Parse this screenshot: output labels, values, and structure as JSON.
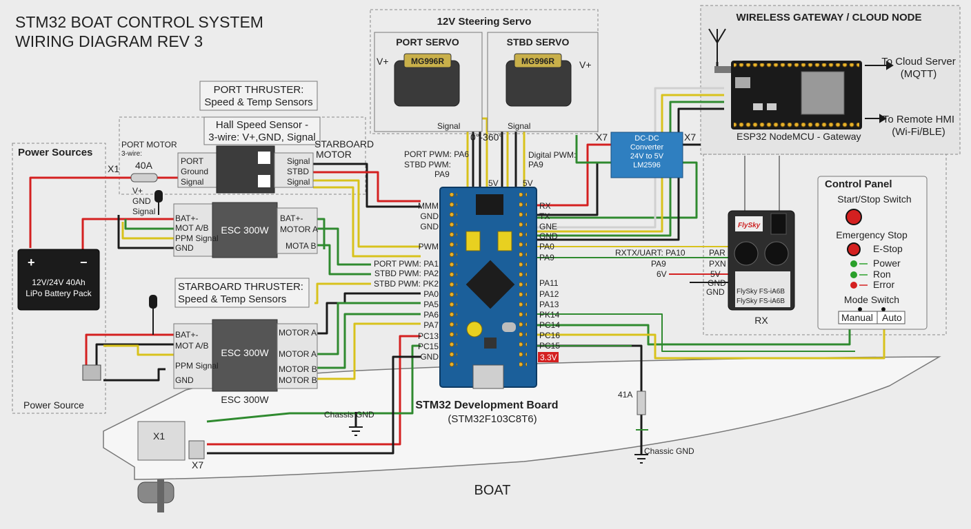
{
  "title": {
    "line1": "STM32 BOAT CONTROL SYSTEM",
    "line2": "WIRING DIAGRAM REV 3"
  },
  "servo_group": {
    "title": "12V Steering Servo",
    "port_title": "PORT SERVO",
    "stbd_title": "STBD SERVO",
    "model": "MG996R",
    "vplus": "V+",
    "signal": "Signal",
    "range": "0°-360°",
    "port_pwm_label": [
      "PORT PWM: PA6",
      "STBD PWM:",
      "PA9"
    ],
    "digital_pwm_label": [
      "Digital PWM:",
      "PA9"
    ]
  },
  "wireless": {
    "title": "WIRELESS GATEWAY / CLOUD NODE",
    "device": "ESP32 NodeMCU - Gateway",
    "cloud": [
      "To Cloud Server",
      "(MQTT)"
    ],
    "hmi": [
      "To Remote HMI",
      "(Wi-Fi/BLE)"
    ]
  },
  "power": {
    "title": "Power Sources",
    "footer": "Power Source",
    "battery": [
      "12V/24V 40Ah",
      "LiPo Battery Pack"
    ],
    "x1": "X1",
    "fuse": "40A",
    "port_motor": [
      "PORT MOTOR",
      "3-wire:"
    ],
    "sensor_pins": [
      "V+",
      "GND",
      "Signal"
    ]
  },
  "port_thruster": {
    "callout": [
      "PORT THRUSTER:",
      "Speed & Temp Sensors"
    ],
    "hall": [
      "Hall Speed Sensor -",
      "3-wire: V+,GND, Signal"
    ],
    "stbd_motor": [
      "STARBOARD",
      "MOTOR"
    ],
    "hall_left": [
      "PORT",
      "Ground",
      "Signal"
    ],
    "hall_right": [
      "Signal",
      "STBD",
      "Signal"
    ],
    "esc_name": "ESC 300W",
    "esc_left": [
      "BAT+-",
      "MOT A/B",
      "PPM Signal",
      "GND"
    ],
    "esc_right": [
      "BAT+-",
      "MOTOR A",
      "MOTA B"
    ]
  },
  "stbd_thruster": {
    "callout": [
      "STARBOARD THRUSTER:",
      "Speed & Temp Sensors"
    ],
    "esc_name": "ESC 300W",
    "esc_caption": "ESC 300W",
    "esc_left": [
      "BAT+-",
      "MOT A/B",
      "PPM Signal",
      "GND"
    ],
    "esc_right": [
      "MOTOR A",
      "MOTOR A",
      "MOTOR B",
      "MOTOR B"
    ]
  },
  "stm32": {
    "name": "STM32 Development Board",
    "model": "(STM32F103C8T6)",
    "v5a": "5V",
    "v5b": "5V",
    "left_pins": [
      "MMM",
      "GND",
      "GND",
      "PWM",
      "PORT PWM: PA1",
      "STBD PWM: PA2",
      "STBD PWM: PK2",
      "PA0",
      "PA5",
      "PA6",
      "PA7",
      "PC13",
      "PC15",
      "GND"
    ],
    "right_pins": [
      "RX",
      "TX",
      "GNE",
      "GND",
      "PA0",
      "PA9",
      "PA11",
      "PA12",
      "PA13",
      "PK14",
      "PC14",
      "PC16",
      "PC15",
      "3.3V"
    ]
  },
  "dcdc": {
    "label": [
      "DC-DC",
      "Converter",
      "24V to 5V",
      "LM2596"
    ],
    "x7a": "X7",
    "x7b": "X7"
  },
  "rx": {
    "caption": "RX",
    "brand": "FlySky",
    "model": [
      "FlySky FS-iA6B",
      "FlySky FS-iA6B"
    ],
    "uart": "RXTX/UART: PA10",
    "pa9": "PA9",
    "v6": "6V",
    "pins": [
      "PAR",
      "PXN",
      "5V",
      "GND",
      "GND"
    ]
  },
  "control_panel": {
    "title": "Control Panel",
    "start_stop": "Start/Stop Switch",
    "estop_title": "Emergency Stop",
    "estop": "E-Stop",
    "leds": [
      "Power",
      "Ron",
      "Error"
    ],
    "mode_title": "Mode Switch",
    "manual": "Manual",
    "auto": "Auto"
  },
  "boat": {
    "label": "BOAT",
    "chassis_gnd": "Chassis GND",
    "chassic_gnd": "Chassic GND",
    "fuse41": "41A",
    "x1": "X1",
    "x7": "X7"
  },
  "colors": {
    "red": "#d42020",
    "black": "#1a1a1a",
    "green": "#2f8a2f",
    "yellow": "#d8c21c",
    "board": "#1b5f9a",
    "esc": "#555555"
  }
}
